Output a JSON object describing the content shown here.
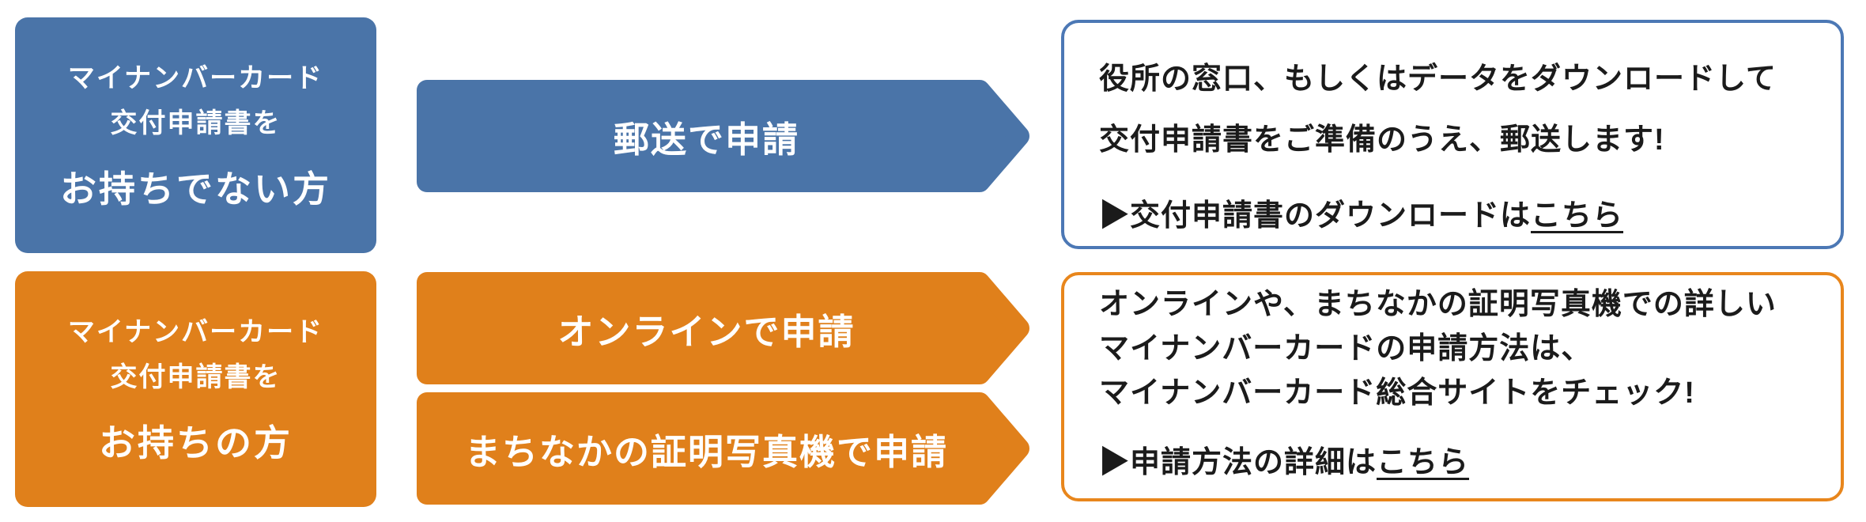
{
  "colors": {
    "blue": "#4A74A8",
    "blue_border": "#4C78B5",
    "orange": "#E0801B",
    "orange_border": "#E8861C",
    "text_dark": "#1B1B1B"
  },
  "row_blue": {
    "category": {
      "line1": "マイナンバーカード",
      "line2": "交付申請書を",
      "emphasis": "お持ちでない方"
    },
    "arrows": [
      {
        "label": "郵送で申請"
      }
    ],
    "note": {
      "lines": [
        "役所の窓口、もしくはデータをダウンロードして",
        "交付申請書をご準備のうえ、郵送します!"
      ],
      "link_prefix": "▶交付申請書のダウンロードは",
      "link_text": "こちら"
    }
  },
  "row_orange": {
    "category": {
      "line1": "マイナンバーカード",
      "line2": "交付申請書を",
      "emphasis": "お持ちの方"
    },
    "arrows": [
      {
        "label": "オンラインで申請"
      },
      {
        "label": "まちなかの証明写真機で申請"
      }
    ],
    "note": {
      "lines": [
        "オンラインや、まちなかの証明写真機での詳しい",
        "マイナンバーカードの申請方法は、",
        "マイナンバーカード総合サイトをチェック!"
      ],
      "link_prefix": "▶申請方法の詳細は",
      "link_text": "こちら"
    }
  }
}
